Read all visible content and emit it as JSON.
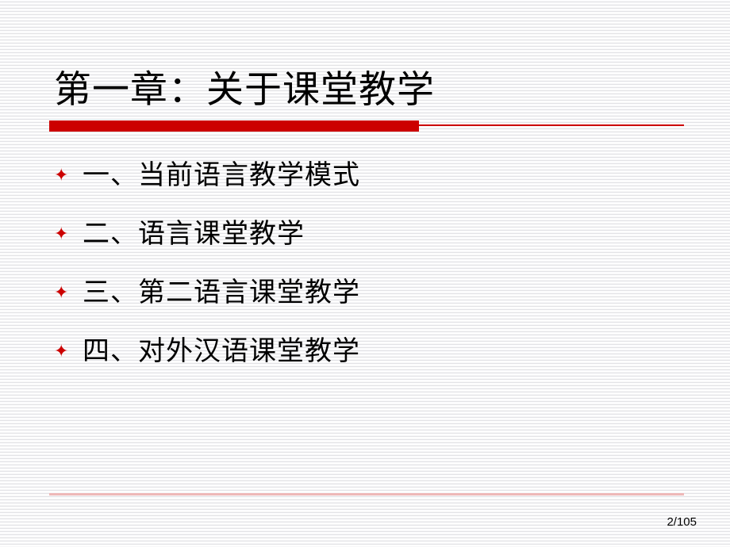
{
  "slide": {
    "title": "第一章：关于课堂教学",
    "bullet_marker_icon": "four-pointed-star-icon",
    "bullet_marker_glyph": "✦",
    "bullets": [
      {
        "text": "一、当前语言教学模式"
      },
      {
        "text": "二、语言课堂教学"
      },
      {
        "text": "三、第二语言课堂教学"
      },
      {
        "text": "四、对外汉语课堂教学"
      }
    ],
    "page_number": "2/105",
    "colors": {
      "accent_red": "#CC0000",
      "footer_rule": "#EEB8B8",
      "text": "#000000",
      "background": "#ffffff",
      "stripe": "#e3e3e6"
    }
  }
}
